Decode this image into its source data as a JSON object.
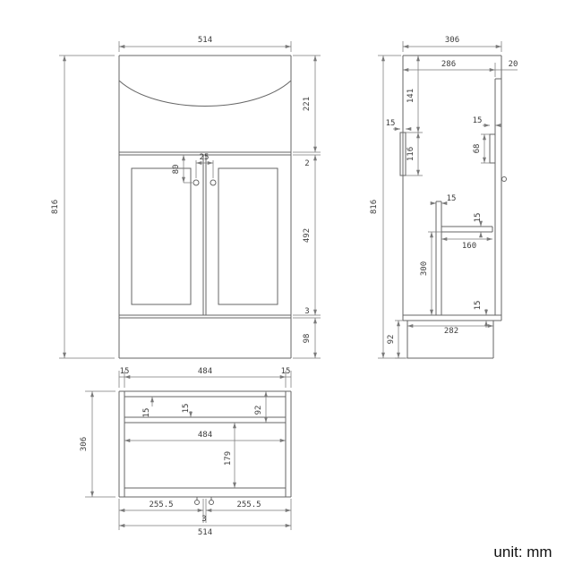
{
  "unit_label": "unit: mm",
  "front_view": {
    "width": "514",
    "height": "816",
    "basin_height": "221",
    "worktop_gap": "2",
    "door_height": "492",
    "bottom_gap": "3",
    "plinth_height": "98",
    "handle_drop": "80",
    "handle_spacing": "25"
  },
  "side_view": {
    "depth": "306",
    "top_depth": "286",
    "top_offset": "20",
    "height": "816",
    "rail_top_offset": "141",
    "back_rail_width": "15",
    "back_rail_length": "116",
    "front_rail_width": "15",
    "front_rail_length": "68",
    "support_width": "15",
    "shelf_thickness": "15",
    "shelf_depth": "160",
    "shelf_height": "300",
    "bottom_thickness": "15",
    "plinth_depth": "282",
    "plinth_height": "92"
  },
  "plan_view": {
    "left_wall": "15",
    "inner_width": "484",
    "right_wall": "15",
    "depth": "306",
    "back_panel": "15",
    "back_rail": "15",
    "back_offset": "92",
    "inner_width_2": "484",
    "inner_depth": "179",
    "door_left": "255.5",
    "door_right": "255.5",
    "door_gap": "3",
    "width": "514"
  }
}
